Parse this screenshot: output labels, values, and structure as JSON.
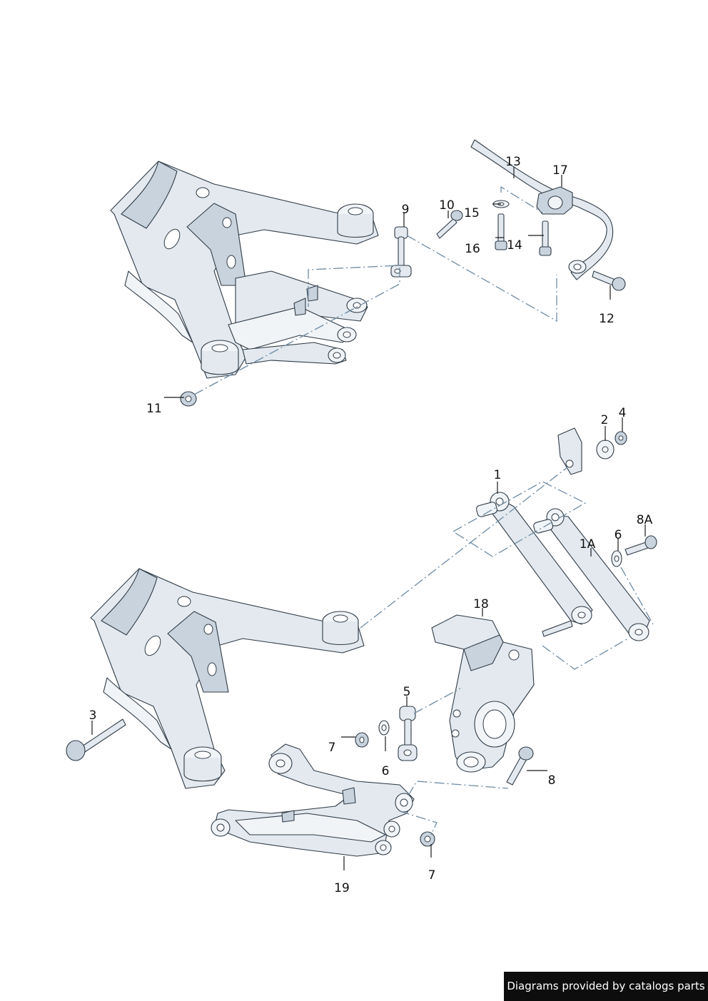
{
  "callouts": {
    "c1": "1",
    "c1a": "1A",
    "c2": "2",
    "c3": "3",
    "c4": "4",
    "c5": "5",
    "c6a": "6",
    "c6b": "6",
    "c7a": "7",
    "c7b": "7",
    "c8": "8",
    "c8a": "8A",
    "c9": "9",
    "c10": "10",
    "c11": "11",
    "c12": "12",
    "c13": "13",
    "c14": "14",
    "c15": "15",
    "c16": "16",
    "c17": "17",
    "c18": "18",
    "c19": "19"
  },
  "credit": "Diagrams provided by catalogs parts",
  "colors": {
    "part_fill": "#e3e9ef",
    "outline": "#2f3b46",
    "dash_line": "#6f8ca4",
    "credit_bg": "#0d0d0d"
  }
}
